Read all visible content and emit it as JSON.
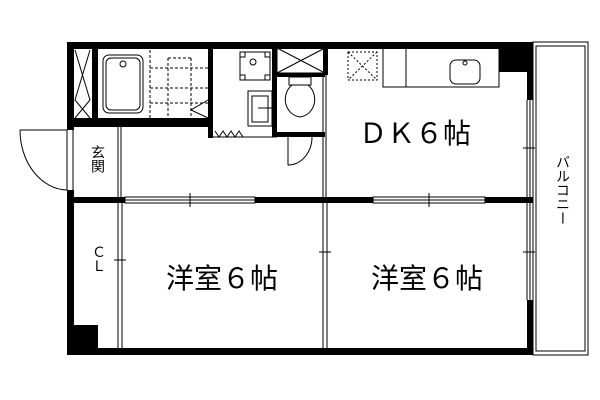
{
  "plan": {
    "rooms": {
      "dk": "ＤＫ６帖",
      "western_room_1": "洋室６帖",
      "western_room_2": "洋室６帖",
      "entrance": "玄関",
      "closet": "ＣＬ",
      "balcony": "バルコニー"
    },
    "colors": {
      "line": "#000000",
      "background": "#ffffff"
    }
  }
}
